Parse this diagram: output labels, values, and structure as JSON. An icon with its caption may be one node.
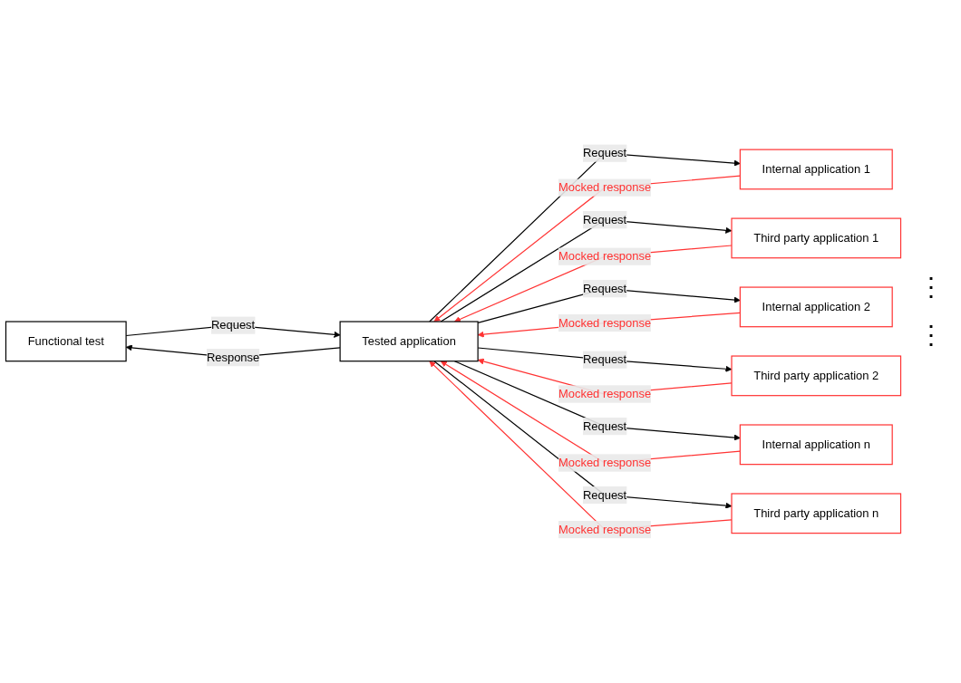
{
  "diagram": {
    "nodes": [
      {
        "text": [
          "Functional test"
        ]
      },
      {
        "text": [
          "Internal application 1"
        ]
      },
      {
        "text": [
          "Third party application 1"
        ]
      },
      {
        "text": [
          "Tested application"
        ]
      },
      {
        "text": [
          "Internal application 2"
        ]
      },
      {
        "text": [
          "Third party application 2"
        ]
      },
      {
        "text": [
          "Internal application n"
        ]
      },
      {
        "text": [
          "Third party application n"
        ]
      }
    ],
    "edges": [
      {
        "from": 0,
        "to": 3,
        "arrow": "to",
        "label": "Request"
      },
      {
        "from": 3,
        "to": 0,
        "arrow": "to",
        "label": "Response"
      },
      {
        "from": 3,
        "to": 1,
        "arrow": "to",
        "label": "Request"
      },
      {
        "from": 1,
        "to": 3,
        "arrow": "to",
        "label": "Mocked response",
        "color": "#ff3333"
      },
      {
        "from": 3,
        "to": 2,
        "arrow": "to",
        "label": "Request"
      },
      {
        "from": 2,
        "to": 3,
        "arrow": "to",
        "label": "Mocked response",
        "color": "#ff3333"
      },
      {
        "from": 3,
        "to": 4,
        "arrow": "to",
        "label": "Request"
      },
      {
        "from": 4,
        "to": 3,
        "arrow": "to",
        "label": "Mocked response",
        "color": "#ff3333"
      },
      {
        "from": 3,
        "to": 5,
        "arrow": "to",
        "label": "Request"
      },
      {
        "from": 5,
        "to": 3,
        "arrow": "to",
        "label": "Mocked response",
        "color": "#ff3333"
      },
      {
        "from": 3,
        "to": 6,
        "arrow": "to",
        "label": "Request"
      },
      {
        "from": 6,
        "to": 3,
        "arrow": "to",
        "label": "Mocked response",
        "color": "#ff3333"
      },
      {
        "from": 3,
        "to": 7,
        "arrow": "to",
        "label": "Request"
      },
      {
        "from": 7,
        "to": 3,
        "arrow": "to",
        "label": "Mocked response",
        "color": "#ff3333"
      }
    ],
    "labels": [
      "⋮",
      "⋮"
    ]
  }
}
